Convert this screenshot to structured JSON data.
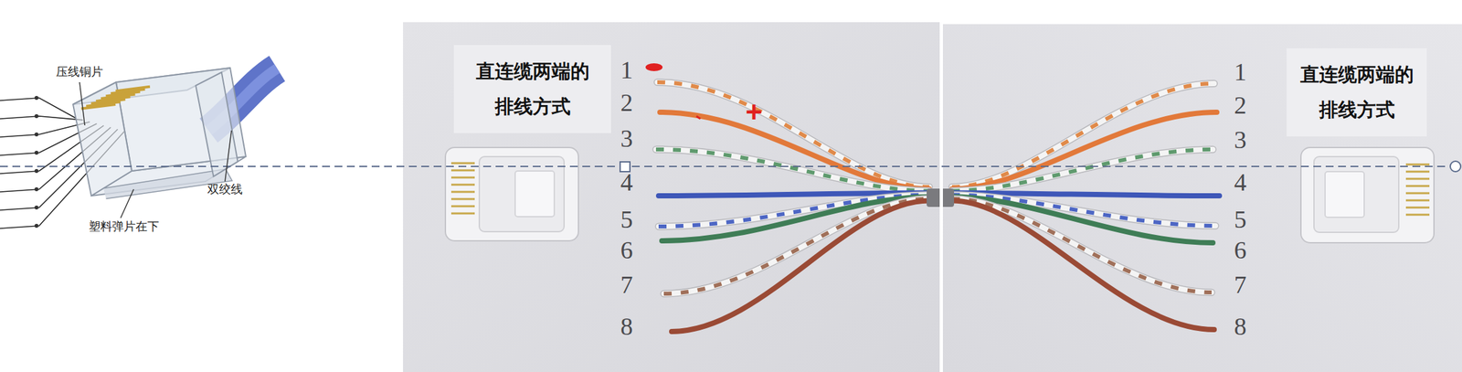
{
  "diagram": {
    "nodes": [
      {
        "text": [
          "直连缆两端的 排线方式"
        ]
      },
      {
        "text": [
          "直连缆两端的 排线方式"
        ]
      }
    ],
    "labels": [
      "压线铜片",
      "双绞线",
      "塑料弹片在下",
      "1",
      "2",
      "3",
      "4",
      "5",
      "6",
      "7",
      "8",
      "+",
      "1",
      "2",
      "3",
      "4",
      "5",
      "6",
      "7",
      "8"
    ]
  }
}
